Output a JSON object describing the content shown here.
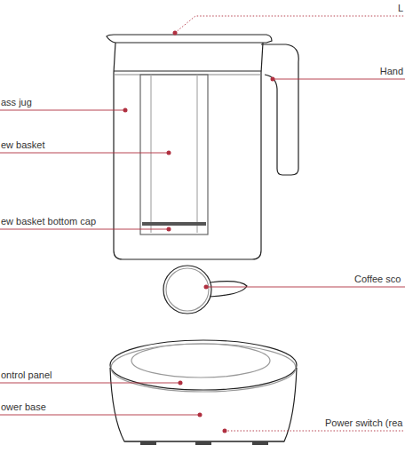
{
  "diagram": {
    "labels": [
      "L",
      "Hand",
      "ass jug",
      "ew basket",
      "ew basket bottom cap",
      "Coffee sco",
      "ontrol panel",
      "ower base",
      "Power switch (rea"
    ]
  }
}
